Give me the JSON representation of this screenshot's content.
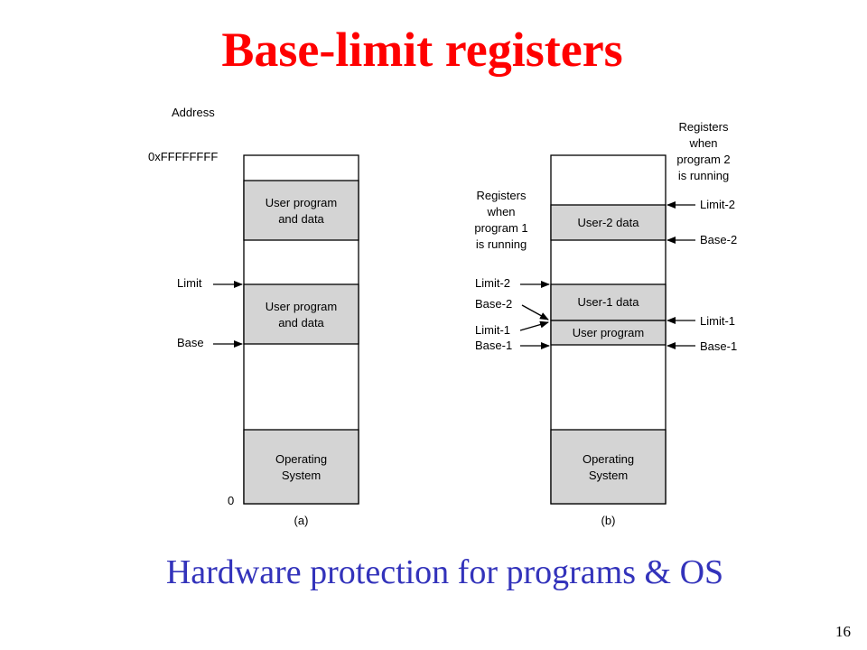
{
  "slide": {
    "title": "Base-limit registers",
    "subtitle": "Hardware protection for programs & OS",
    "page_number": "16"
  },
  "colors": {
    "title": "#ff0000",
    "subtitle": "#3333bb",
    "block_fill": "#d4d4d4"
  },
  "diagram_a": {
    "caption": "(a)",
    "address_label": "Address",
    "top_address": "0xFFFFFFFF",
    "bottom_address": "0",
    "block_user_top": [
      "User program",
      "and data"
    ],
    "block_user_mid": [
      "User program",
      "and data"
    ],
    "block_os": [
      "Operating",
      "System"
    ],
    "pointer_limit": "Limit",
    "pointer_base": "Base"
  },
  "diagram_b": {
    "caption": "(b)",
    "left_header": [
      "Registers",
      "when",
      "program 1",
      "is running"
    ],
    "right_header": [
      "Registers",
      "when",
      "program 2",
      "is running"
    ],
    "block_user2": "User-2 data",
    "block_user1_data": "User-1 data",
    "block_user_program": "User program",
    "block_os": [
      "Operating",
      "System"
    ],
    "left_limit2": "Limit-2",
    "left_base2": "Base-2",
    "left_limit1": "Limit-1",
    "left_base1": "Base-1",
    "right_limit2": "Limit-2",
    "right_base2": "Base-2",
    "right_limit1": "Limit-1",
    "right_base1": "Base-1"
  }
}
